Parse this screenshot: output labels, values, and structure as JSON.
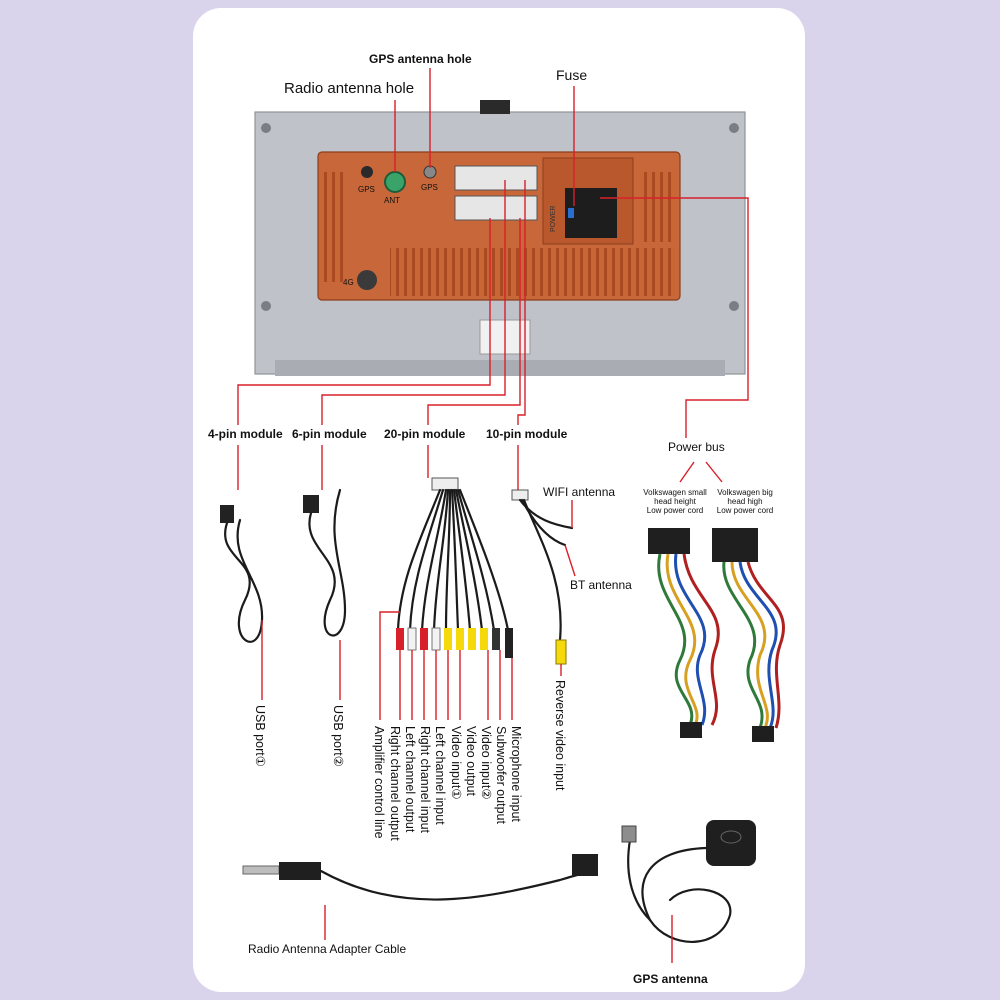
{
  "labels": {
    "gps_hole": "GPS antenna hole",
    "radio_hole": "Radio antenna hole",
    "fuse": "Fuse",
    "pin4": "4-pin module",
    "pin6": "6-pin module",
    "pin20": "20-pin module",
    "pin10": "10-pin module",
    "power_bus": "Power bus",
    "wifi": "WIFI antenna",
    "bt": "BT antenna",
    "vw_small": [
      "Volkswagen small",
      "head height",
      "Low power cord"
    ],
    "vw_big": [
      "Volkswagen big",
      "head high",
      "Low power cord"
    ],
    "usb1": "USB port①",
    "usb2": "USB port②",
    "rca": [
      "Amplifier control line",
      "Right channel output",
      "Left channel output",
      "Right channel input",
      "Left channel input",
      "Video input①",
      "Video output",
      "Video input②",
      "Subwoofer output",
      "Microphone input"
    ],
    "reverse": "Reverse video input",
    "radio_adapter": "Radio Antenna Adapter Cable",
    "gps_antenna": "GPS antenna"
  },
  "unit_marks": {
    "gps": "GPS",
    "ant": "ANT",
    "gps2": "GPS",
    "power": "POWER",
    "lte": "4G"
  },
  "colors": {
    "background": "#d9d3ec",
    "leader": "#d8202a",
    "copper": "#c8673a",
    "chassis": "#bfc3c9"
  }
}
